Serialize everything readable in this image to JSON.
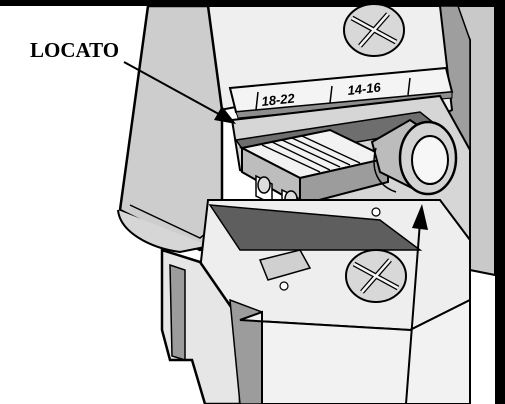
{
  "callout_label": "LOCATO",
  "scale_labels": {
    "left": "18-22",
    "right": "14-16"
  },
  "colors": {
    "outline": "#000000",
    "light": "#f0f0f0",
    "mid": "#c8c8c8",
    "dark": "#9a9a9a",
    "very_dark": "#606060"
  }
}
